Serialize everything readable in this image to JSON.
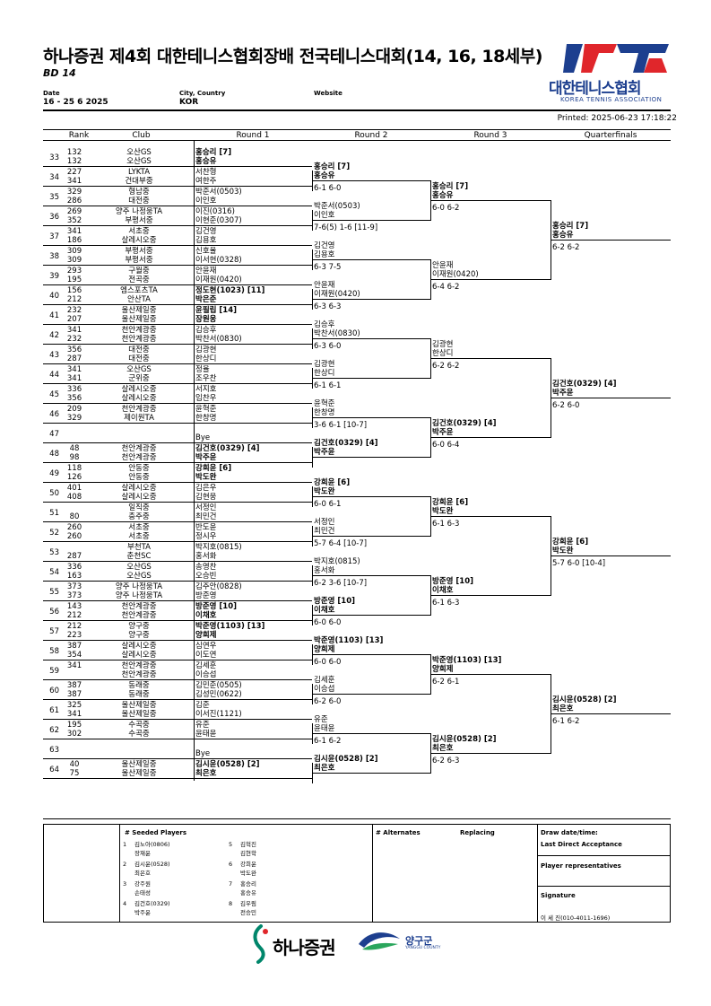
{
  "header": {
    "title": "하나증권 제4회 대한테니스협회장배 전국테니스대회(14, 16, 18세부)",
    "event": "BD 14",
    "date_label": "Date",
    "date_value": "16 - 25 6 2025",
    "city_label": "City, Country",
    "city_value": "KOR",
    "website_label": "Website",
    "printed": "Printed: 2025-06-23 17:18:22"
  },
  "logo": {
    "mark": "KTA",
    "name_ko": "대한테니스협회",
    "name_en": "KOREA TENNIS ASSOCIATION",
    "colors": {
      "red": "#e0262b",
      "blue": "#1d3f8f"
    }
  },
  "columns": {
    "rank": "Rank",
    "club": "Club",
    "round1": "Round 1",
    "round2": "Round 2",
    "round3": "Round 3",
    "qf": "Quarterfinals"
  },
  "draw": [
    {
      "pos": "33",
      "r1": "132",
      "r2": "132",
      "c1": "오산GS",
      "c2": "오산GS",
      "p1": "홍승리 [7]",
      "p2": "홍승유",
      "bold": true
    },
    {
      "pos": "34",
      "r1": "227",
      "r2": "341",
      "c1": "LYKTA",
      "c2": "건대부중",
      "p1": "서찬형",
      "p2": "여한주",
      "bold": false
    },
    {
      "pos": "35",
      "r1": "329",
      "r2": "286",
      "c1": "형남중",
      "c2": "대전중",
      "p1": "박준서(0503)",
      "p2": "이인호",
      "bold": false
    },
    {
      "pos": "36",
      "r1": "269",
      "r2": "352",
      "c1": "양주 나정웅TA",
      "c2": "부평서중",
      "p1": "이진(0316)",
      "p2": "이현준(0307)",
      "bold": false
    },
    {
      "pos": "37",
      "r1": "341",
      "r2": "186",
      "c1": "서초중",
      "c2": "살레시오중",
      "p1": "김건영",
      "p2": "김용호",
      "bold": false
    },
    {
      "pos": "38",
      "r1": "309",
      "r2": "309",
      "c1": "부평서중",
      "c2": "부평서중",
      "p1": "신호율",
      "p2": "이서현(0328)",
      "bold": false
    },
    {
      "pos": "39",
      "r1": "293",
      "r2": "195",
      "c1": "구월중",
      "c2": "전곡중",
      "p1": "안윤재",
      "p2": "이재원(0420)",
      "bold": false
    },
    {
      "pos": "40",
      "r1": "156",
      "r2": "212",
      "c1": "엠스포츠TA",
      "c2": "안산TA",
      "p1": "정도현(1023) [11]",
      "p2": "박은준",
      "bold": true
    },
    {
      "pos": "41",
      "r1": "232",
      "r2": "207",
      "c1": "울산제일중",
      "c2": "울산제일중",
      "p1": "윤필립 [14]",
      "p2": "장원웅",
      "bold": true
    },
    {
      "pos": "42",
      "r1": "341",
      "r2": "232",
      "c1": "천안계광중",
      "c2": "천안계광중",
      "p1": "김승후",
      "p2": "박찬서(0830)",
      "bold": false
    },
    {
      "pos": "43",
      "r1": "356",
      "r2": "287",
      "c1": "대전중",
      "c2": "대전중",
      "p1": "김광현",
      "p2": "한상디",
      "bold": false
    },
    {
      "pos": "44",
      "r1": "341",
      "r2": "341",
      "c1": "오산GS",
      "c2": "군위중",
      "p1": "정율",
      "p2": "조우찬",
      "bold": false
    },
    {
      "pos": "45",
      "r1": "336",
      "r2": "356",
      "c1": "살레시오중",
      "c2": "살레시오중",
      "p1": "서지호",
      "p2": "임찬우",
      "bold": false
    },
    {
      "pos": "46",
      "r1": "209",
      "r2": "329",
      "c1": "천안계광중",
      "c2": "제이원TA",
      "p1": "윤혁준",
      "p2": "한창명",
      "bold": false
    },
    {
      "pos": "47",
      "r1": "",
      "r2": "",
      "c1": "",
      "c2": "",
      "p1": "",
      "p2": "Bye",
      "bold": false
    },
    {
      "pos": "48",
      "r1": "48",
      "r2": "98",
      "c1": "천안계광중",
      "c2": "천안계광중",
      "p1": "김건호(0329) [4]",
      "p2": "박주윤",
      "bold": true
    },
    {
      "pos": "49",
      "r1": "118",
      "r2": "126",
      "c1": "안동중",
      "c2": "안동중",
      "p1": "강희윤 [6]",
      "p2": "박도완",
      "bold": true
    },
    {
      "pos": "50",
      "r1": "401",
      "r2": "408",
      "c1": "살레시오중",
      "c2": "살레시오중",
      "p1": "김은우",
      "p2": "김현웅",
      "bold": false
    },
    {
      "pos": "51",
      "r1": "",
      "r2": "80",
      "c1": "일직중",
      "c2": "충주중",
      "p1": "서정인",
      "p2": "최민건",
      "bold": false
    },
    {
      "pos": "52",
      "r1": "260",
      "r2": "260",
      "c1": "서초중",
      "c2": "서초중",
      "p1": "반도윤",
      "p2": "정시우",
      "bold": false
    },
    {
      "pos": "53",
      "r1": "",
      "r2": "287",
      "c1": "부천TA",
      "c2": "춘천SC",
      "p1": "박지호(0815)",
      "p2": "홍서화",
      "bold": false
    },
    {
      "pos": "54",
      "r1": "336",
      "r2": "163",
      "c1": "오산GS",
      "c2": "오산GS",
      "p1": "송영찬",
      "p2": "오승빈",
      "bold": false
    },
    {
      "pos": "55",
      "r1": "373",
      "r2": "373",
      "c1": "양주 나정웅TA",
      "c2": "양주 나정웅TA",
      "p1": "김주안(0828)",
      "p2": "방준영",
      "bold": false
    },
    {
      "pos": "56",
      "r1": "143",
      "r2": "212",
      "c1": "천안계광중",
      "c2": "천안계광중",
      "p1": "방준영 [10]",
      "p2": "이채호",
      "bold": true
    },
    {
      "pos": "57",
      "r1": "212",
      "r2": "223",
      "c1": "양구중",
      "c2": "양구중",
      "p1": "박준영(1103) [13]",
      "p2": "양희제",
      "bold": true
    },
    {
      "pos": "58",
      "r1": "387",
      "r2": "354",
      "c1": "살레시오중",
      "c2": "살레시오중",
      "p1": "심연우",
      "p2": "이도연",
      "bold": false
    },
    {
      "pos": "59",
      "r1": "341",
      "r2": "",
      "c1": "천안계광중",
      "c2": "천안계광중",
      "p1": "김세훈",
      "p2": "이승섭",
      "bold": false
    },
    {
      "pos": "60",
      "r1": "387",
      "r2": "387",
      "c1": "동래중",
      "c2": "동래중",
      "p1": "김민준(0505)",
      "p2": "김성민(0622)",
      "bold": false
    },
    {
      "pos": "61",
      "r1": "325",
      "r2": "341",
      "c1": "울산제일중",
      "c2": "울산제일중",
      "p1": "김준",
      "p2": "이서진(1121)",
      "bold": false
    },
    {
      "pos": "62",
      "r1": "195",
      "r2": "302",
      "c1": "수곡중",
      "c2": "수곡중",
      "p1": "유준",
      "p2": "윤태윤",
      "bold": false
    },
    {
      "pos": "63",
      "r1": "",
      "r2": "",
      "c1": "",
      "c2": "",
      "p1": "",
      "p2": "Bye",
      "bold": false
    },
    {
      "pos": "64",
      "r1": "40",
      "r2": "75",
      "c1": "울산제일중",
      "c2": "울산제일중",
      "p1": "김시윤(0528) [2]",
      "p2": "최은호",
      "bold": true
    }
  ],
  "round2": [
    {
      "p1": "홍승리 [7]",
      "p2": "홍승유",
      "score": "6-1 6-0",
      "bold": true
    },
    {
      "p1": "박준서(0503)",
      "p2": "이인호",
      "score": "7-6(5) 1-6 [11-9]",
      "bold": false
    },
    {
      "p1": "김건영",
      "p2": "김용호",
      "score": "6-3 7-5",
      "bold": false
    },
    {
      "p1": "안윤재",
      "p2": "이재원(0420)",
      "score": "6-3 6-3",
      "bold": false
    },
    {
      "p1": "김승후",
      "p2": "박찬서(0830)",
      "score": "6-3 6-0",
      "bold": false
    },
    {
      "p1": "김광현",
      "p2": "한상디",
      "score": "6-1 6-1",
      "bold": false
    },
    {
      "p1": "윤혁준",
      "p2": "한창명",
      "score": "3-6 6-1 [10-7]",
      "bold": false
    },
    {
      "p1": "김건호(0329) [4]",
      "p2": "박주윤",
      "score": "",
      "bold": true
    },
    {
      "p1": "강희윤 [6]",
      "p2": "박도완",
      "score": "6-0 6-1",
      "bold": true
    },
    {
      "p1": "서정인",
      "p2": "최민건",
      "score": "5-7 6-4 [10-7]",
      "bold": false
    },
    {
      "p1": "박지호(0815)",
      "p2": "홍서화",
      "score": "6-2 3-6 [10-7]",
      "bold": false
    },
    {
      "p1": "방준영 [10]",
      "p2": "이채호",
      "score": "6-0 6-0",
      "bold": true
    },
    {
      "p1": "박준영(1103) [13]",
      "p2": "양희제",
      "score": "6-0 6-0",
      "bold": true
    },
    {
      "p1": "김세훈",
      "p2": "이승섭",
      "score": "6-2 6-0",
      "bold": false
    },
    {
      "p1": "유준",
      "p2": "윤태윤",
      "score": "6-1 6-2",
      "bold": false
    },
    {
      "p1": "김시윤(0528) [2]",
      "p2": "최은호",
      "score": "",
      "bold": true
    }
  ],
  "round3": [
    {
      "p1": "홍승리 [7]",
      "p2": "홍승유",
      "score": "6-0 6-2",
      "bold": true
    },
    {
      "p1": "안윤재",
      "p2": "이재원(0420)",
      "score": "6-4 6-2",
      "bold": false
    },
    {
      "p1": "김광현",
      "p2": "한상디",
      "score": "6-2 6-2",
      "bold": false
    },
    {
      "p1": "김건호(0329) [4]",
      "p2": "박주윤",
      "score": "6-0 6-4",
      "bold": true
    },
    {
      "p1": "강희윤 [6]",
      "p2": "박도완",
      "score": "6-1 6-3",
      "bold": true
    },
    {
      "p1": "방준영 [10]",
      "p2": "이채호",
      "score": "6-1 6-3",
      "bold": true
    },
    {
      "p1": "박준영(1103) [13]",
      "p2": "양희제",
      "score": "6-2 6-1",
      "bold": true
    },
    {
      "p1": "김시윤(0528) [2]",
      "p2": "최은호",
      "score": "6-2 6-3",
      "bold": true
    }
  ],
  "qf": [
    {
      "p1": "홍승리 [7]",
      "p2": "홍승유",
      "score": "6-2 6-2",
      "bold": true
    },
    {
      "p1": "김건호(0329) [4]",
      "p2": "박주윤",
      "score": "6-2 6-0",
      "bold": true
    },
    {
      "p1": "강희윤 [6]",
      "p2": "박도완",
      "score": "5-7 6-0 [10-4]",
      "bold": true
    },
    {
      "p1": "김시윤(0528) [2]",
      "p2": "최은호",
      "score": "6-1 6-2",
      "bold": true
    }
  ],
  "footer": {
    "seeded_hdr": "# Seeded Players",
    "seeds": [
      {
        "n": "1",
        "a": "김노아(0806)",
        "b": "장재윤"
      },
      {
        "n": "2",
        "a": "김시윤(0528)",
        "b": "최은호"
      },
      {
        "n": "3",
        "a": "강주원",
        "b": "손태성"
      },
      {
        "n": "4",
        "a": "김건호(0329)",
        "b": "박주윤"
      },
      {
        "n": "5",
        "a": "김혁진",
        "b": "김현학"
      },
      {
        "n": "6",
        "a": "강희윤",
        "b": "박도완"
      },
      {
        "n": "7",
        "a": "홍승리",
        "b": "홍승유"
      },
      {
        "n": "8",
        "a": "김우림",
        "b": "전승민"
      }
    ],
    "alternates_hdr": "# Alternates",
    "replacing_hdr": "Replacing",
    "draw_date": "Draw date/time:",
    "last_direct": "Last Direct Acceptance",
    "player_reps": "Player representatives",
    "signature": "Signature",
    "referee": "이 세 진(010-4011-1696)"
  },
  "sponsors": {
    "hana": "하나증권",
    "yanggu": "양구군",
    "yanggu_en": "YANGGU COUNTY"
  }
}
